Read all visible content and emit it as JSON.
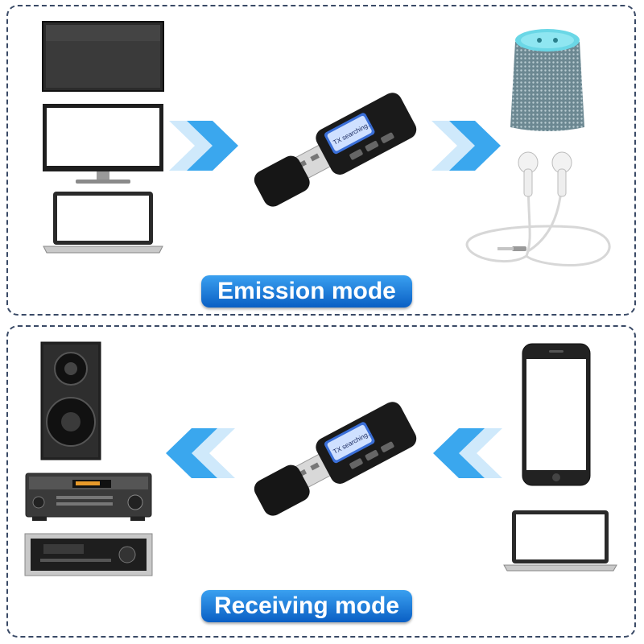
{
  "emission": {
    "label": "Emission mode"
  },
  "receiving": {
    "label": "Receiving mode"
  },
  "device": {
    "screen_text": "TX searching..."
  },
  "colors": {
    "accent": "#1a7fe0",
    "arrow": "#3aa7ee",
    "frame": "#3a4a66"
  }
}
